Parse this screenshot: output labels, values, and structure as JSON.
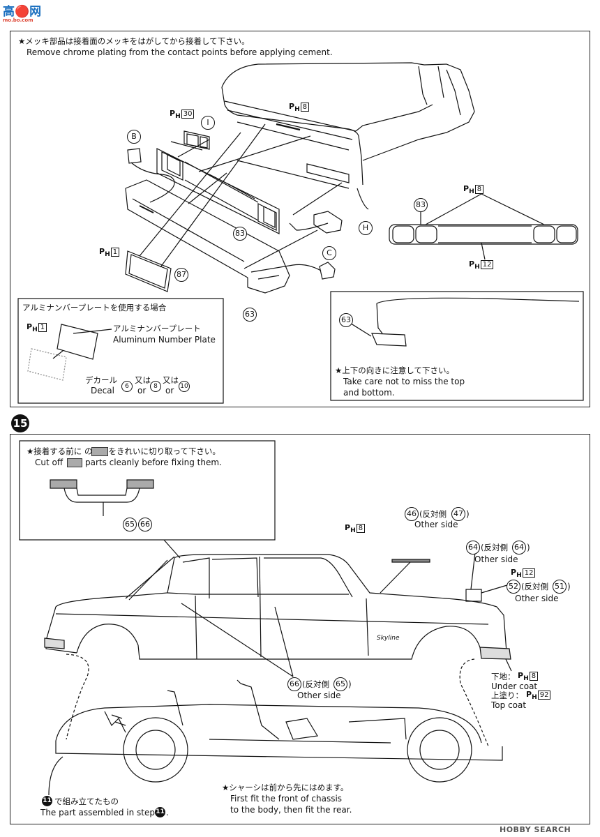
{
  "watermark": {
    "text": "高🔴网",
    "sub": "mo.bo.com"
  },
  "top_panel": {
    "note_jp": "★メッキ部品は接着面のメッキをはがしてから接着して下さい。",
    "note_en": "Remove chrome plating from the contact points before applying cement.",
    "ph_labels": {
      "p30": "30",
      "p8a": "8",
      "p1": "1",
      "p8b": "8",
      "p12": "12"
    },
    "part_letters": {
      "i": "I",
      "b": "B",
      "h": "H",
      "c": "C"
    },
    "part_numbers": {
      "p83a": "83",
      "p87": "87",
      "p63": "63",
      "p83b": "83",
      "p63b": "63"
    },
    "aluminum_box": {
      "title_jp": "アルミナンバープレートを使用する場合",
      "plate_jp": "アルミナンバープレート",
      "plate_en": "Aluminum Number Plate",
      "decal_jp": "デカール",
      "decal_en": "Decal",
      "ph": "1",
      "decal_numbers": [
        "6",
        "8",
        "10"
      ],
      "or_jp": "又は",
      "or_en": "or"
    },
    "orientation_box": {
      "note_jp": "★上下の向きに注意して下さい。",
      "note_en1": "Take care not to miss the top",
      "note_en2": "and bottom."
    }
  },
  "step15": {
    "number": "15",
    "cutoff_box": {
      "note_jp": "★接着する前に      の部分をきれいに切り取って下さい。",
      "note_en_pre": "Cut off",
      "note_en_post": "parts cleanly before fixing them.",
      "parts": [
        "65",
        "66"
      ]
    },
    "callouts": {
      "c46": {
        "num": "46",
        "jp": "(反対側",
        "other": "47",
        "en": "Other side"
      },
      "c64": {
        "num": "64",
        "jp": "(反対側",
        "other": "64",
        "en": "Other side"
      },
      "c52": {
        "num": "52",
        "jp": "(反対側",
        "other": "51",
        "en": "Other side"
      },
      "c66": {
        "num": "66",
        "jp": "(反対側",
        "other": "65",
        "en": "Other side"
      }
    },
    "ph_labels": {
      "p8a": "8",
      "p12": "12",
      "p8b": "8",
      "p92": "92"
    },
    "coat": {
      "under_jp": "下地：",
      "under_en": "Under coat",
      "top_jp": "上塗り：",
      "top_en": "Top coat"
    },
    "car_script": "Skyline",
    "assembled": {
      "step": "11",
      "jp": "で組み立てたもの",
      "en_pre": "The part assembled in step",
      "en_post": "."
    },
    "chassis_note": {
      "jp": "★シャーシは前から先にはめます。",
      "en1": "First fit the front of chassis",
      "en2": "to the body, then fit the rear."
    }
  },
  "footer": {
    "brand": "HOBBY SEARCH"
  }
}
